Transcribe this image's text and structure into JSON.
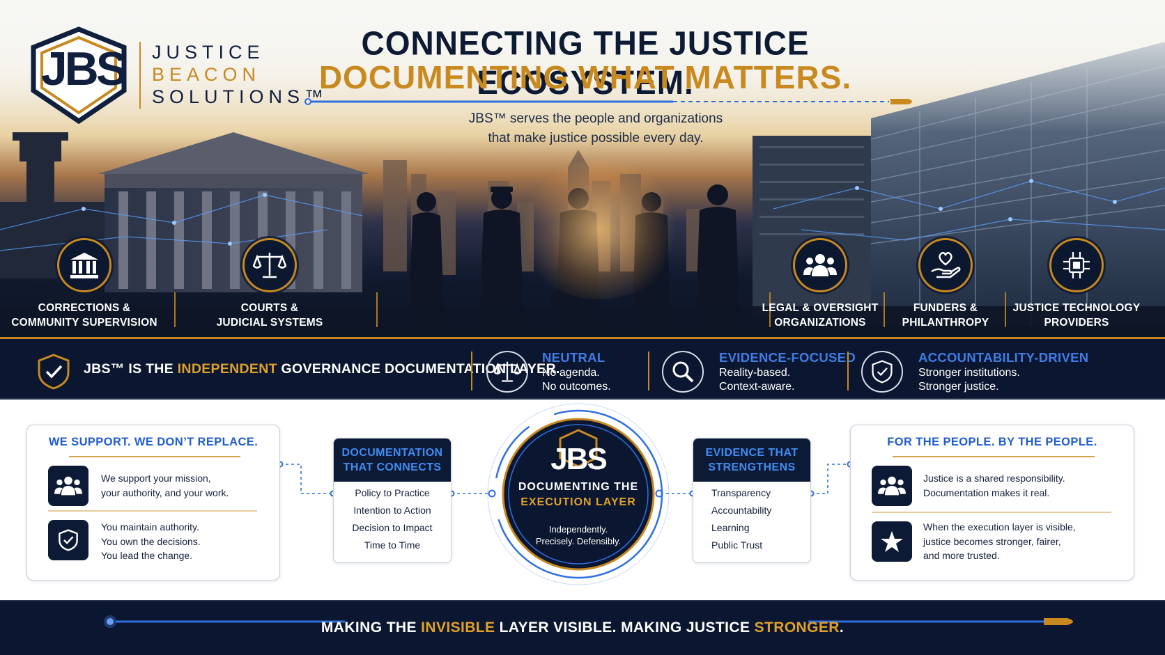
{
  "brand": {
    "mark": "JBS",
    "name_line1": "JUSTICE",
    "name_line2": "BEACON",
    "name_line3": "SOLUTIONS™"
  },
  "header": {
    "title_line1": "CONNECTING THE JUSTICE ECOSYSTEM.",
    "title_line2": "DOCUMENTING WHAT MATTERS.",
    "subtitle_line1": "JBS™ serves the people and organizations",
    "subtitle_line2": "that make justice possible every day."
  },
  "categories": [
    {
      "icon": "courthouse-icon",
      "line1": "CORRECTIONS &",
      "line2": "COMMUNITY SUPERVISION"
    },
    {
      "icon": "scales-icon",
      "line1": "COURTS &",
      "line2": "JUDICIAL SYSTEMS"
    },
    {
      "icon": "people-group-icon",
      "line1": "LEGAL & OVERSIGHT",
      "line2": "ORGANIZATIONS"
    },
    {
      "icon": "heart-hand-icon",
      "line1": "FUNDERS &",
      "line2": "PHILANTHROPY"
    },
    {
      "icon": "chip-icon",
      "line1": "JUSTICE TECHNOLOGY",
      "line2": "PROVIDERS"
    }
  ],
  "band": {
    "statement_pre": "JBS™ IS THE ",
    "statement_highlight": "INDEPENDENT",
    "statement_post": " GOVERNANCE DOCUMENTATION LAYER.",
    "items": [
      {
        "icon": "scales-icon",
        "title": "NEUTRAL",
        "line1": "No agenda.",
        "line2": "No outcomes."
      },
      {
        "icon": "magnifier-icon",
        "title": "EVIDENCE-FOCUSED",
        "line1": "Reality-based.",
        "line2": "Context-aware."
      },
      {
        "icon": "shield-check-icon",
        "title": "ACCOUNTABILITY-DRIVEN",
        "line1": "Stronger institutions.",
        "line2": "Stronger justice."
      }
    ]
  },
  "support_card": {
    "title": "WE SUPPORT. WE DON’T REPLACE.",
    "row1": {
      "icon": "people-group-icon",
      "line1": "We support your mission,",
      "line2": "your authority, and your work."
    },
    "row2": {
      "icon": "shield-check-icon",
      "line1": "You maintain authority.",
      "line2": "You own the decisions.",
      "line3": "You lead the change."
    }
  },
  "connects": {
    "title_line1": "DOCUMENTATION",
    "title_line2": "THAT CONNECTS",
    "items": [
      "Policy to Practice",
      "Intention to Action",
      "Decision to Impact",
      "Time to Time"
    ]
  },
  "hub": {
    "mark": "JBS",
    "line1": "DOCUMENTING THE",
    "line2": "EXECUTION LAYER",
    "line3a": "Independently.",
    "line3b": "Precisely. Defensibly."
  },
  "strengthens": {
    "title_line1": "EVIDENCE THAT",
    "title_line2": "STRENGTHENS",
    "items": [
      "Transparency",
      "Accountability",
      "Learning",
      "Public Trust"
    ]
  },
  "people_card": {
    "title": "FOR THE PEOPLE. BY THE PEOPLE.",
    "row1": {
      "icon": "people-group-icon",
      "line1": "Justice is a shared responsibility.",
      "line2": "Documentation makes it real."
    },
    "row2": {
      "icon": "star-icon",
      "line1": "When the execution layer is visible,",
      "line2": "justice becomes stronger, fairer,",
      "line3": "and more trusted."
    }
  },
  "footer": {
    "pre": "MAKING THE ",
    "hl1": "INVISIBLE",
    "mid": " LAYER VISIBLE. MAKING JUSTICE ",
    "hl2": "STRONGER",
    "post": "."
  },
  "colors": {
    "navy": "#0b1730",
    "gold": "#c8891f",
    "accent_blue": "#3f7ce6"
  }
}
